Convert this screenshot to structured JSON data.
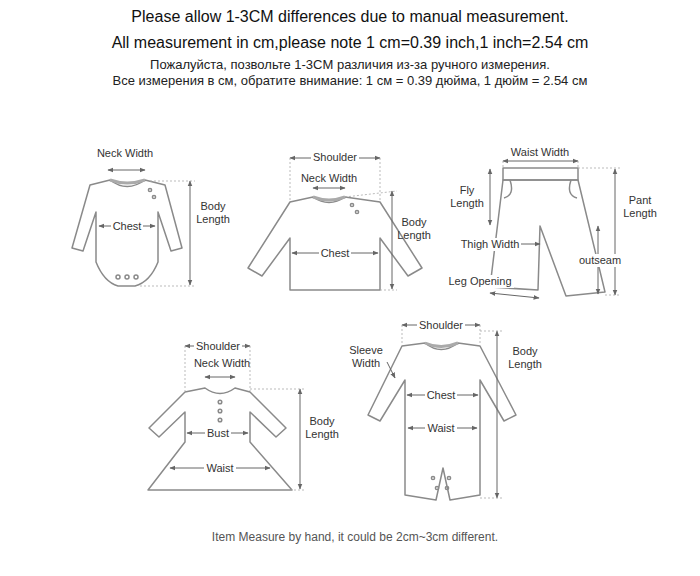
{
  "diagram": {
    "title": "Please allow 1-3CM differences due to manual measurement.",
    "caption": "Item Measure by hand, it could be 2cm~3cm different.",
    "labels": [
      "All measurement in cm,please note 1 cm=0.39 inch,1 inch=2.54 cm",
      "Пожалуйста, позвольте 1-3CM различия из-за ручного измерения.",
      "Все измерения в см, обратите внимание: 1 см = 0.39 дюйма, 1 дюйм = 2.54 см",
      "Neck Width",
      "Chest",
      "Body Length",
      "Shoulder",
      "Neck Width",
      "Chest",
      "Body Length",
      "Waist Width",
      "Fly Length",
      "Pant Length",
      "Thigh Width",
      "outseam",
      "Leg Opening",
      "Shoulder",
      "Neck Width",
      "Bust",
      "Waist",
      "Body Length",
      "Shoulder",
      "Sleeve Width",
      "Chest",
      "Waist",
      "Body Length"
    ]
  }
}
